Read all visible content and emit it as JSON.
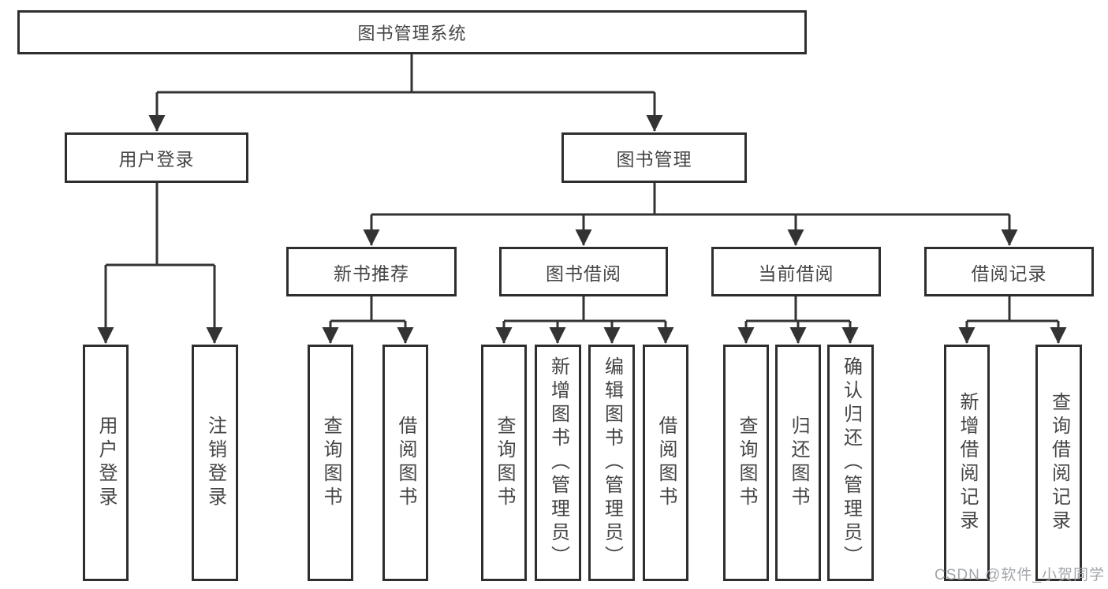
{
  "tree": {
    "label": "图书管理系统",
    "children": [
      {
        "label": "用户登录",
        "children": [
          {
            "label": "用户登录"
          },
          {
            "label": "注销登录"
          }
        ]
      },
      {
        "label": "图书管理",
        "children": [
          {
            "label": "新书推荐",
            "children": [
              {
                "label": "查询图书"
              },
              {
                "label": "借阅图书"
              }
            ]
          },
          {
            "label": "图书借阅",
            "children": [
              {
                "label": "查询图书"
              },
              {
                "label": "新增图书（管理员）"
              },
              {
                "label": "编辑图书（管理员）"
              },
              {
                "label": "借阅图书"
              }
            ]
          },
          {
            "label": "当前借阅",
            "children": [
              {
                "label": "查询图书"
              },
              {
                "label": "归还图书"
              },
              {
                "label": "确认归还（管理员）"
              }
            ]
          },
          {
            "label": "借阅记录",
            "children": [
              {
                "label": "新增借阅记录"
              },
              {
                "label": "查询借阅记录"
              }
            ]
          }
        ]
      }
    ]
  },
  "watermark": "CSDN @软件_小贺同学",
  "colors": {
    "line": "#333333",
    "box_border": "#2e2e2e",
    "text": "#454545",
    "watermark": "#9ea1a6",
    "background": "#ffffff"
  }
}
